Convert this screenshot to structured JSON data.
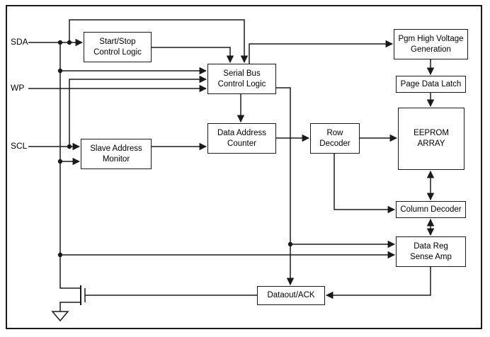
{
  "signals": {
    "sda": "SDA",
    "wp": "WP",
    "scl": "SCL"
  },
  "blocks": {
    "start_stop": "Start/Stop\nControl Logic",
    "serial_bus": "Serial Bus\nControl Logic",
    "slave_monitor": "Slave Address\nMonitor",
    "data_addr": "Data Address\nCounter",
    "row_decoder": "Row\nDecoder",
    "eeprom": "EEPROM\nARRAY",
    "pgm_hv": "Pgm High Voltage\nGeneration",
    "page_latch": "Page Data Latch",
    "col_decoder": "Column Decoder",
    "data_reg": "Data Reg\nSense Amp",
    "dataout": "Dataout/ACK"
  },
  "colors": {
    "line": "#1a1a1a",
    "background": "#ffffff"
  }
}
